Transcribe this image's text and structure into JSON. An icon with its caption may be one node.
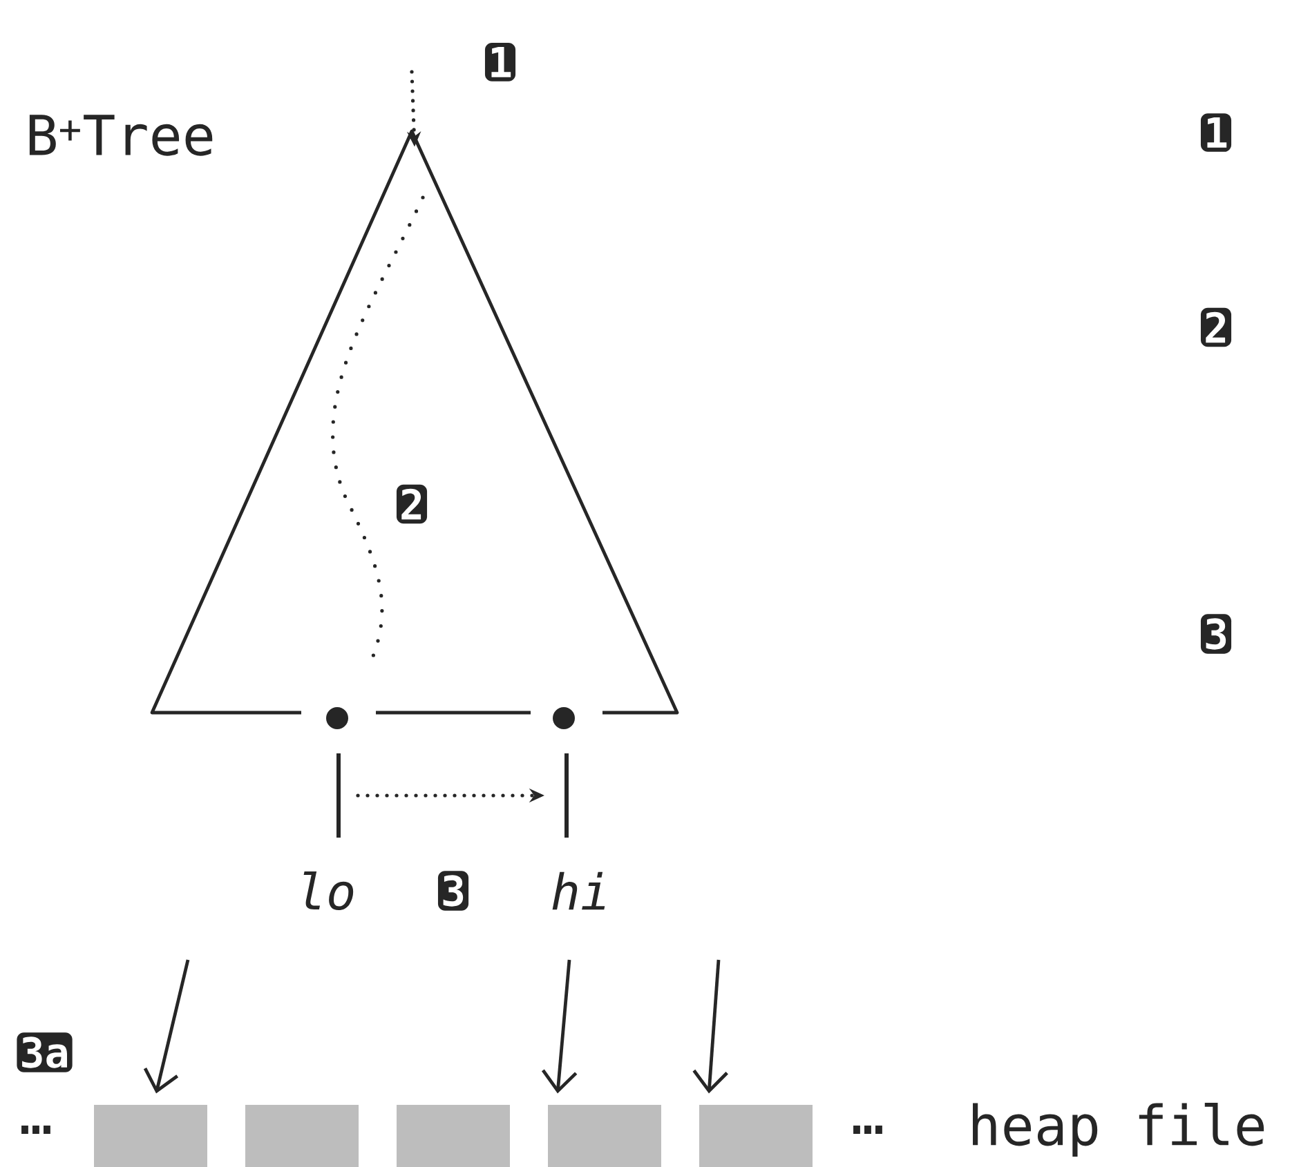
{
  "diagram": {
    "nodes": [
      {
        "text": [],
        "shape": "triangle"
      },
      {
        "text": [],
        "shape": "bar"
      },
      {
        "text": [],
        "shape": "bar"
      },
      {
        "text": [],
        "shape": "box"
      },
      {
        "text": [],
        "shape": "box"
      },
      {
        "text": [],
        "shape": "box"
      },
      {
        "text": [],
        "shape": "box"
      },
      {
        "text": [],
        "shape": "box"
      }
    ],
    "edges": [
      {
        "from": null,
        "to": 0,
        "arrow": "to",
        "style": "dashed"
      },
      {
        "from": 1,
        "to": 2,
        "arrow": "to",
        "style": "dashed"
      },
      {
        "from": null,
        "to": 3,
        "arrow": "to"
      },
      {
        "from": null,
        "to": 6,
        "arrow": "to"
      },
      {
        "from": null,
        "to": 7,
        "arrow": "to"
      }
    ],
    "labels": [
      "1",
      "B$^{+}$Tree",
      "1",
      "2",
      "2",
      "3",
      "lo",
      "3",
      "hi",
      "3a",
      "…",
      "…",
      "heap file"
    ]
  }
}
